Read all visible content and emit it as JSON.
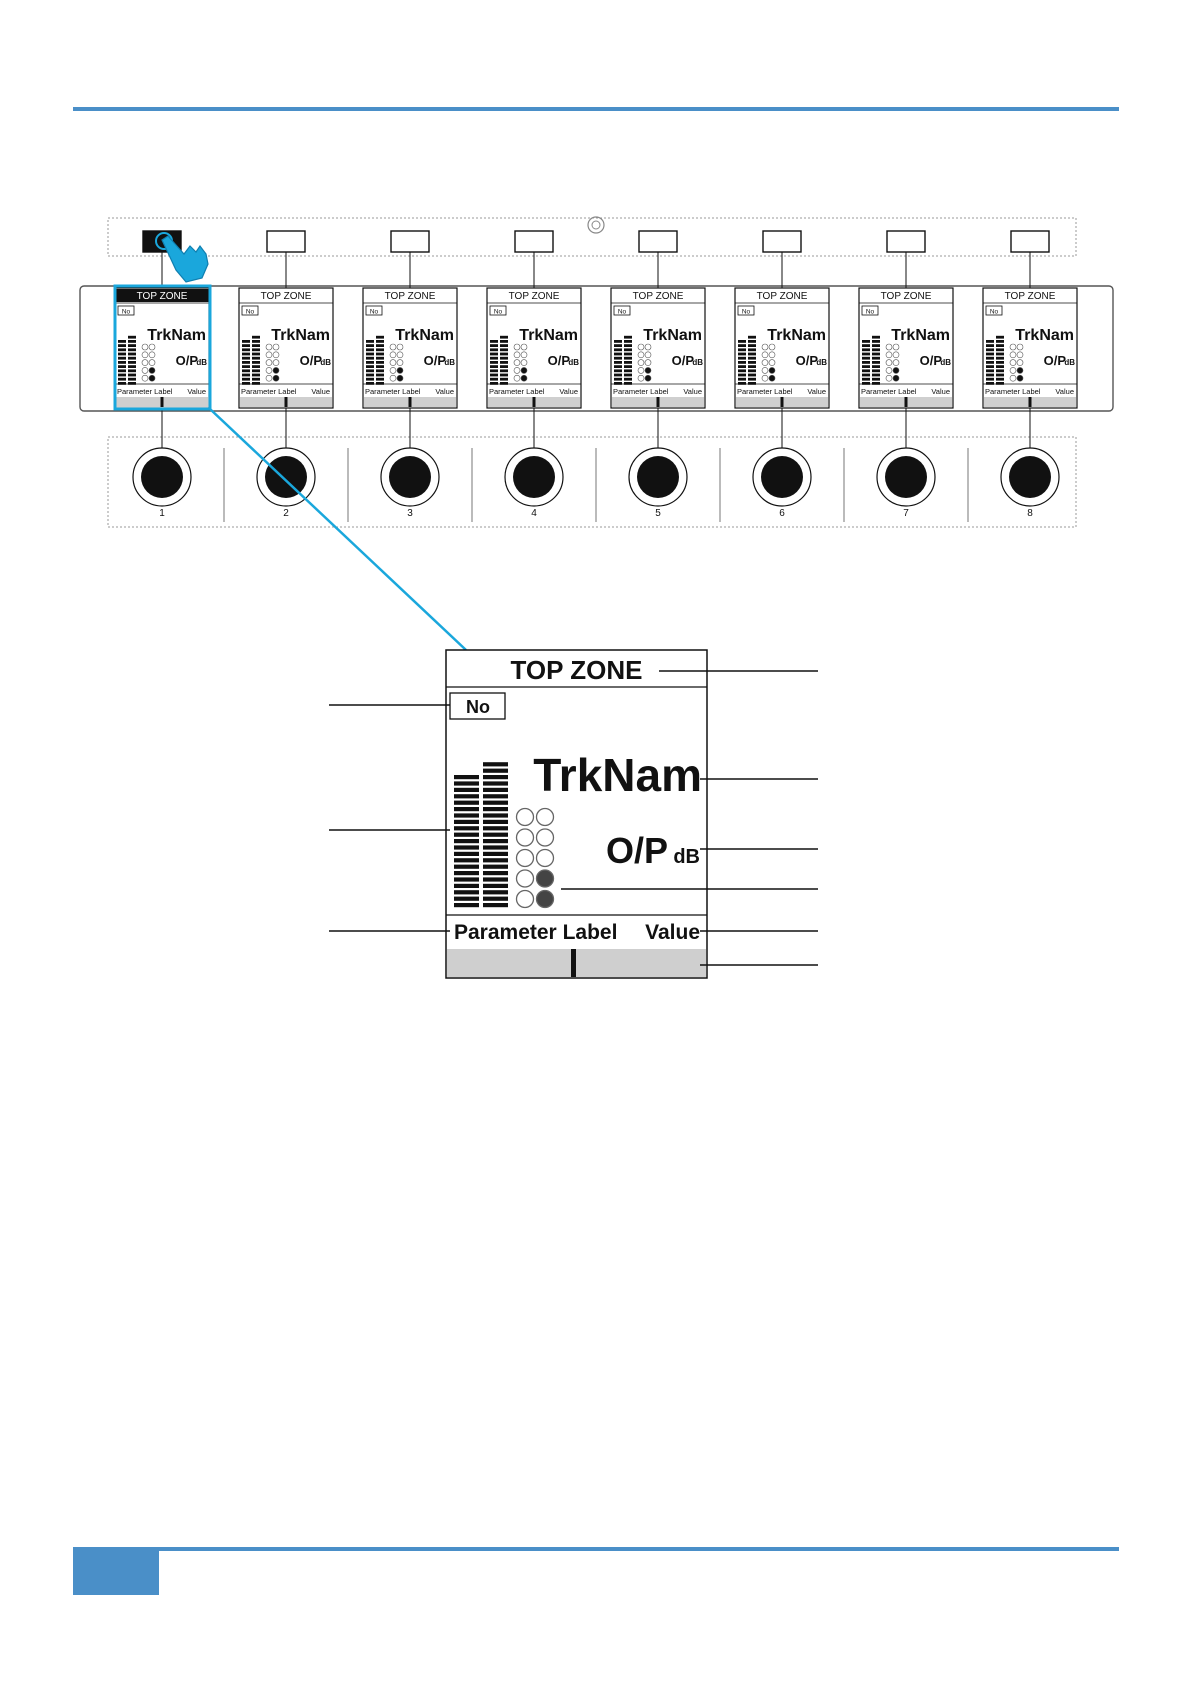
{
  "colors": {
    "accent": "#4a8fc8",
    "highlight": "#1aa7dc",
    "screen_fill": "#ffffff",
    "bar_fill": "#cfcfcf",
    "ink": "#111111"
  },
  "channels": [
    {
      "number": "1",
      "top_zone": "TOP ZONE",
      "button_label": "No",
      "track_name": "TrkNam",
      "output": "O/P",
      "output_unit": "dB",
      "param_label": "Parameter Label",
      "param_value": "Value",
      "selected": true
    },
    {
      "number": "2",
      "top_zone": "TOP ZONE",
      "button_label": "No",
      "track_name": "TrkNam",
      "output": "O/P",
      "output_unit": "dB",
      "param_label": "Parameter Label",
      "param_value": "Value",
      "selected": false
    },
    {
      "number": "3",
      "top_zone": "TOP ZONE",
      "button_label": "No",
      "track_name": "TrkNam",
      "output": "O/P",
      "output_unit": "dB",
      "param_label": "Parameter Label",
      "param_value": "Value",
      "selected": false
    },
    {
      "number": "4",
      "top_zone": "TOP ZONE",
      "button_label": "No",
      "track_name": "TrkNam",
      "output": "O/P",
      "output_unit": "dB",
      "param_label": "Parameter Label",
      "param_value": "Value",
      "selected": false
    },
    {
      "number": "5",
      "top_zone": "TOP ZONE",
      "button_label": "No",
      "track_name": "TrkNam",
      "output": "O/P",
      "output_unit": "dB",
      "param_label": "Parameter Label",
      "param_value": "Value",
      "selected": false
    },
    {
      "number": "6",
      "top_zone": "TOP ZONE",
      "button_label": "No",
      "track_name": "TrkNam",
      "output": "O/P",
      "output_unit": "dB",
      "param_label": "Parameter Label",
      "param_value": "Value",
      "selected": false
    },
    {
      "number": "7",
      "top_zone": "TOP ZONE",
      "button_label": "No",
      "track_name": "TrkNam",
      "output": "O/P",
      "output_unit": "dB",
      "param_label": "Parameter Label",
      "param_value": "Value",
      "selected": false
    },
    {
      "number": "8",
      "top_zone": "TOP ZONE",
      "button_label": "No",
      "track_name": "TrkNam",
      "output": "O/P",
      "output_unit": "dB",
      "param_label": "Parameter Label",
      "param_value": "Value",
      "selected": false
    }
  ],
  "detail": {
    "top_zone": "TOP ZONE",
    "button_label": "No",
    "track_name": "TrkNam",
    "output": "O/P",
    "output_unit": "dB",
    "param_label": "Parameter Label",
    "param_value": "Value"
  }
}
